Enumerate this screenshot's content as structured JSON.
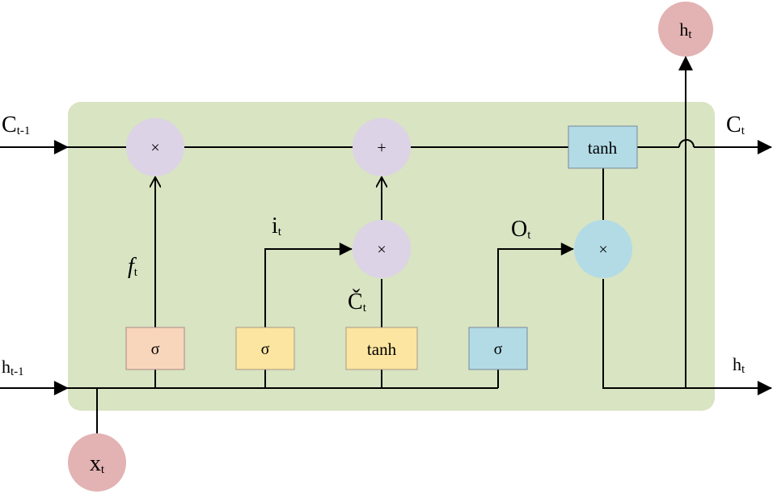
{
  "colors": {
    "cell_background": "#d8e4c2",
    "op_circle_purple": "#dcd3e6",
    "op_circle_blue": "#b2dbe6",
    "io_circle": "#e3b2b2",
    "forget_gate_box": "#f8d6bb",
    "input_gate_box": "#fbe5a0",
    "output_gate_box": "#b2dbe6",
    "tanh_box_top": "#b2dbe6",
    "line": "#000000"
  },
  "operators": {
    "forget_multiply": "×",
    "cell_add": "+",
    "input_multiply": "×",
    "output_multiply": "×"
  },
  "gates": {
    "forget_sigma": "σ",
    "input_sigma": "σ",
    "candidate_tanh": "tanh",
    "output_sigma": "σ",
    "cell_tanh": "tanh"
  },
  "labels": {
    "c_prev": {
      "main": "C",
      "sub": "t-1"
    },
    "c_out": {
      "main": "C",
      "sub": "t"
    },
    "h_prev": {
      "main": "h",
      "sub": "t-1"
    },
    "h_out": {
      "main": "h",
      "sub": "t"
    },
    "h_top": {
      "main": "h",
      "sub": "t"
    },
    "x_in": {
      "main": "x",
      "sub": "t"
    },
    "forget": {
      "main": "f",
      "sub": "t"
    },
    "input": {
      "main": "i",
      "sub": "t"
    },
    "candidate": {
      "main": "Č",
      "sub": "t"
    },
    "output": {
      "main": "O",
      "sub": "t"
    }
  }
}
